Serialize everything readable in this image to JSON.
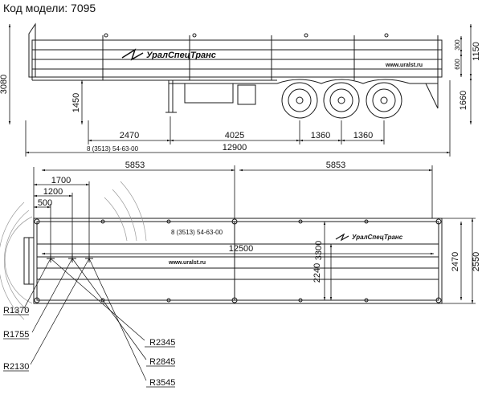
{
  "header": {
    "model_label": "Код модели: 7095"
  },
  "brand": {
    "name": "УралСпецТранс",
    "website": "www.uralst.ru"
  },
  "side_view": {
    "dims": {
      "height_total": "3080",
      "rear_small_1": "300",
      "rear_small_2": "600",
      "rear_1150": "1150",
      "rear_1660": "1660",
      "kingpin_height": "1450",
      "d2470": "2470",
      "d4025": "4025",
      "d1360a": "1360",
      "d1360b": "1360",
      "overall_length": "12900",
      "phone": "8 (3513) 54-63-00"
    }
  },
  "top_view": {
    "dims": {
      "half_left": "5853",
      "half_right": "5853",
      "d1700": "1700",
      "d1200": "1200",
      "d500": "500",
      "body_length": "12500",
      "inner_width": "2240",
      "d3300": "3300",
      "width_2470": "2470",
      "width_2550": "2550",
      "phone": "8 (3513) 54-63-00"
    },
    "radii": [
      "R1370",
      "R1755",
      "R2130",
      "R2345",
      "R2845",
      "R3545"
    ]
  },
  "colors": {
    "line": "#1a1a1a",
    "dim": "#111111"
  }
}
